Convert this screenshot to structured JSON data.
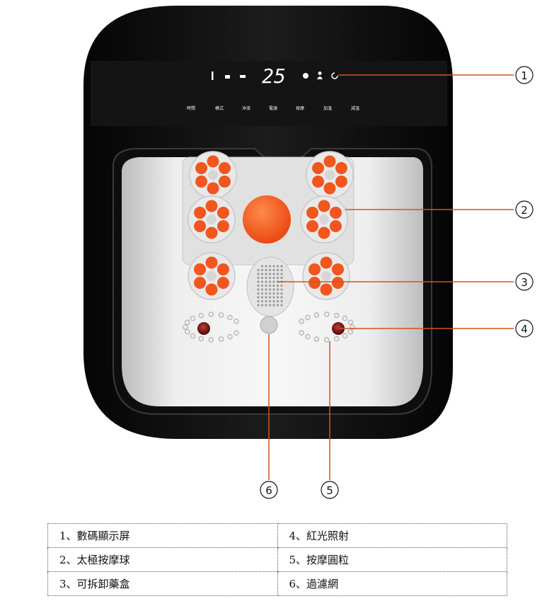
{
  "display": {
    "temperature": "25",
    "buttons": [
      "時間",
      "模式",
      "沖浪",
      "電源",
      "按摩",
      "加溫",
      "減溫"
    ]
  },
  "callouts": [
    "1",
    "2",
    "3",
    "4",
    "5",
    "6"
  ],
  "legend": {
    "rows": [
      [
        "1、數碼顯示屏",
        "4、紅光照射"
      ],
      [
        "2、太極按摩球",
        "5、按摩圓粒"
      ],
      [
        "3、可拆卸藥盒",
        "6、過濾網"
      ]
    ]
  },
  "colors": {
    "body": "#0b0b0b",
    "basin": "#f2f2f2",
    "roller_orange": "#f0561e",
    "callout_line": "#d2541d",
    "red_light": "#7a1010"
  }
}
